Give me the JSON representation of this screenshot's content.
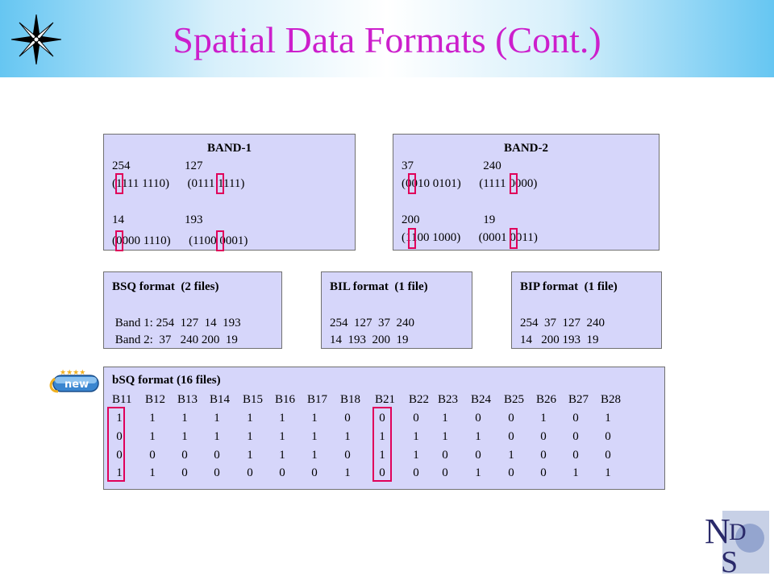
{
  "slide": {
    "title": "Spatial Data Formats (Cont.)"
  },
  "band1": {
    "title": "BAND-1",
    "row1_values": "254                  127",
    "row1_bits": "(1111 1110)      (0111 1111)",
    "row2_values": "14                    193",
    "row2_bits": "(0000 1110)      (1100 0001)"
  },
  "band2": {
    "title": "BAND-2",
    "row1_values": "37                       240",
    "row1_bits": "(0010 0101)      (1111 0000)",
    "row2_values": "200                     19",
    "row2_bits": "(1100 1000)      (0001 0011)"
  },
  "bsq": {
    "title": "BSQ format  (2 files)",
    "line1": " Band 1: 254  127  14  193",
    "line2": " Band 2:  37   240 200  19"
  },
  "bil": {
    "title": "BIL format  (1 file)",
    "line1": "254  127  37  240",
    "line2": "14  193  200  19"
  },
  "bip": {
    "title": "BIP format  (1 file)",
    "line1": "254  37  127  240",
    "line2": "14   200 193  19"
  },
  "bitsq": {
    "title": "bSQ format (16 files)",
    "headers": [
      "B11",
      "B12",
      "B13",
      "B14",
      "B15",
      "B16",
      "B17",
      "B18",
      "B21",
      "B22",
      "B23",
      "B24",
      "B25",
      "B26",
      "B27",
      "B28"
    ],
    "rows": [
      [
        "1",
        "1",
        "1",
        "1",
        "1",
        "1",
        "1",
        "0",
        "0",
        "0",
        "1",
        "0",
        "0",
        "1",
        "0",
        "1"
      ],
      [
        "0",
        "1",
        "1",
        "1",
        "1",
        "1",
        "1",
        "1",
        "1",
        "1",
        "1",
        "1",
        "0",
        "0",
        "0",
        "0"
      ],
      [
        "0",
        "0",
        "0",
        "0",
        "1",
        "1",
        "1",
        "0",
        "1",
        "1",
        "0",
        "0",
        "1",
        "0",
        "0",
        "0"
      ],
      [
        "1",
        "1",
        "0",
        "0",
        "0",
        "0",
        "0",
        "1",
        "0",
        "0",
        "0",
        "1",
        "0",
        "0",
        "1",
        "1"
      ]
    ]
  },
  "badge": {
    "text": "new",
    "stars": "★★★★"
  },
  "logo": {
    "text": "NDS"
  },
  "colors": {
    "title": "#cc1fcc",
    "box_fill": "#d6d6fa",
    "highlight": "#e0005a",
    "header_blue": "#66c6f2"
  }
}
